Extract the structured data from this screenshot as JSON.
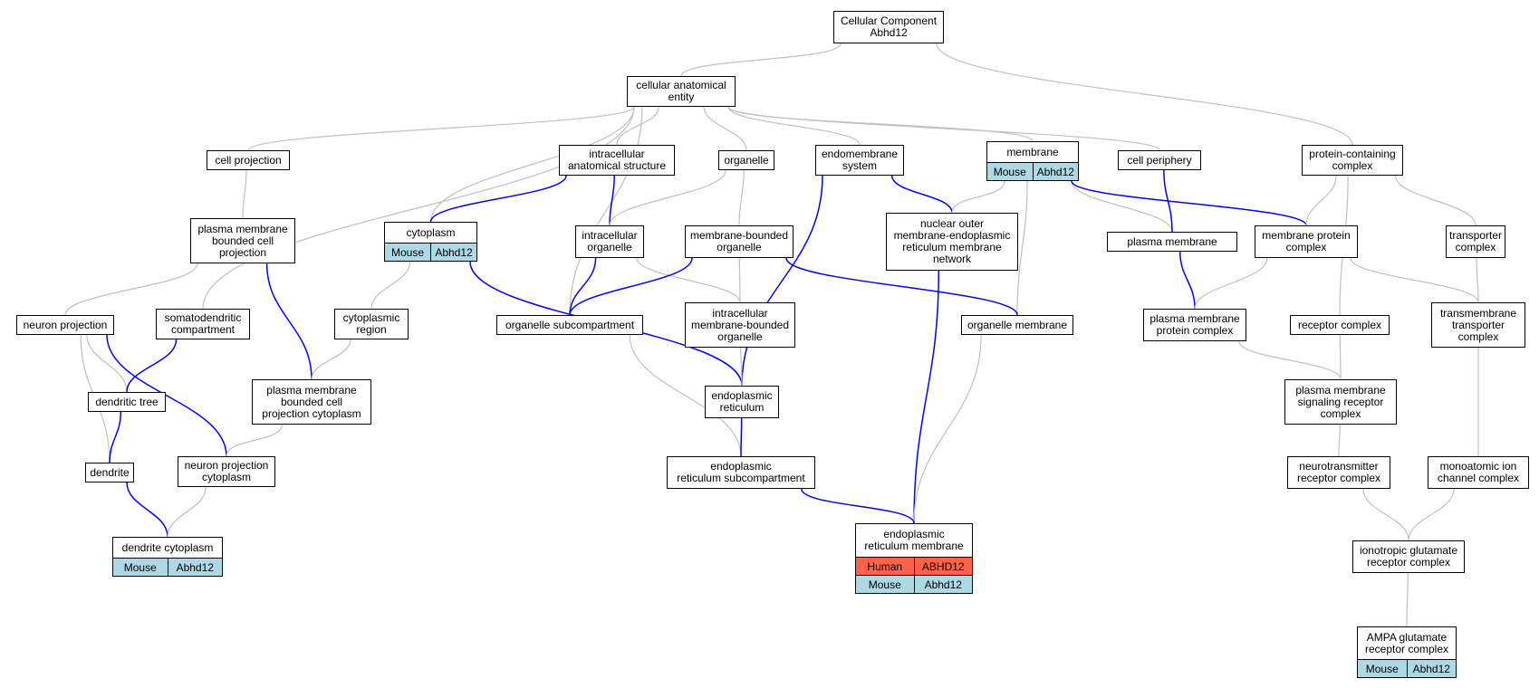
{
  "colors": {
    "isa_edge": "#c0c0c0",
    "annotated_edge": "#0000ff",
    "human": "#ff6347",
    "mouse": "#add8e6"
  },
  "nodes": [
    {
      "id": "cc",
      "label": "Cellular Component\nAbhd12",
      "anno": []
    },
    {
      "id": "cae",
      "label": "cellular anatomical\nentity",
      "anno": []
    },
    {
      "id": "cellproj",
      "label": "cell projection",
      "anno": []
    },
    {
      "id": "ias",
      "label": "intracellular\nanatomical structure",
      "anno": []
    },
    {
      "id": "organelle",
      "label": "organelle",
      "anno": []
    },
    {
      "id": "endomembrane",
      "label": "endomembrane\nsystem",
      "anno": []
    },
    {
      "id": "membrane",
      "label": "membrane",
      "anno": [
        [
          "Mouse",
          "Abhd12"
        ]
      ]
    },
    {
      "id": "cellperiph",
      "label": "cell periphery",
      "anno": []
    },
    {
      "id": "protcomplex",
      "label": "protein-containing\ncomplex",
      "anno": []
    },
    {
      "id": "pmbcp",
      "label": "plasma membrane\nbounded cell\nprojection",
      "anno": []
    },
    {
      "id": "cytoplasm",
      "label": "cytoplasm",
      "anno": [
        [
          "Mouse",
          "Abhd12"
        ]
      ]
    },
    {
      "id": "intraorg",
      "label": "intracellular\norganelle",
      "anno": []
    },
    {
      "id": "mbo",
      "label": "membrane-bounded\norganelle",
      "anno": []
    },
    {
      "id": "nomer",
      "label": "nuclear outer\nmembrane-endoplasmic\nreticulum membrane\nnetwork",
      "anno": []
    },
    {
      "id": "plasmamem",
      "label": "plasma membrane",
      "anno": []
    },
    {
      "id": "memprot",
      "label": "membrane protein\ncomplex",
      "anno": []
    },
    {
      "id": "transporter",
      "label": "transporter\ncomplex",
      "anno": []
    },
    {
      "id": "neuronproj",
      "label": "neuron projection",
      "anno": []
    },
    {
      "id": "somato",
      "label": "somatodendritic\ncompartment",
      "anno": []
    },
    {
      "id": "cytoregion",
      "label": "cytoplasmic\nregion",
      "anno": []
    },
    {
      "id": "orgsub",
      "label": "organelle subcompartment",
      "anno": []
    },
    {
      "id": "imbo",
      "label": "intracellular\nmembrane-bounded\norganelle",
      "anno": []
    },
    {
      "id": "orgmem",
      "label": "organelle membrane",
      "anno": []
    },
    {
      "id": "pmpc",
      "label": "plasma membrane\nprotein complex",
      "anno": []
    },
    {
      "id": "receptor",
      "label": "receptor complex",
      "anno": []
    },
    {
      "id": "tmtc",
      "label": "transmembrane\ntransporter\ncomplex",
      "anno": []
    },
    {
      "id": "dentree",
      "label": "dendritic tree",
      "anno": []
    },
    {
      "id": "pmbcpc",
      "label": "plasma membrane\nbounded cell\nprojection cytoplasm",
      "anno": []
    },
    {
      "id": "er",
      "label": "endoplasmic\nreticulum",
      "anno": []
    },
    {
      "id": "pmsrc",
      "label": "plasma membrane\nsignaling receptor\ncomplex",
      "anno": []
    },
    {
      "id": "dendrite",
      "label": "dendrite",
      "anno": []
    },
    {
      "id": "npcyto",
      "label": "neuron projection\ncytoplasm",
      "anno": []
    },
    {
      "id": "ersub",
      "label": "endoplasmic\nreticulum subcompartment",
      "anno": []
    },
    {
      "id": "ntrc",
      "label": "neurotransmitter\nreceptor complex",
      "anno": []
    },
    {
      "id": "micc",
      "label": "monoatomic ion\nchannel complex",
      "anno": []
    },
    {
      "id": "dendcyto",
      "label": "dendrite cytoplasm",
      "anno": [
        [
          "Mouse",
          "Abhd12"
        ]
      ]
    },
    {
      "id": "ermem",
      "label": "endoplasmic\nreticulum membrane",
      "anno": [
        [
          "Human",
          "ABHD12"
        ],
        [
          "Mouse",
          "Abhd12"
        ]
      ]
    },
    {
      "id": "igrc",
      "label": "ionotropic glutamate\nreceptor complex",
      "anno": []
    },
    {
      "id": "ampa",
      "label": "AMPA glutamate\nreceptor complex",
      "anno": [
        [
          "Mouse",
          "Abhd12"
        ]
      ]
    }
  ],
  "edges": [
    {
      "from": "cae",
      "to": "cc",
      "type": "is_a"
    },
    {
      "from": "protcomplex",
      "to": "cc",
      "type": "is_a"
    },
    {
      "from": "cellproj",
      "to": "cae",
      "type": "is_a"
    },
    {
      "from": "ias",
      "to": "cae",
      "type": "is_a"
    },
    {
      "from": "organelle",
      "to": "cae",
      "type": "is_a"
    },
    {
      "from": "endomembrane",
      "to": "cae",
      "type": "is_a"
    },
    {
      "from": "membrane",
      "to": "cae",
      "type": "is_a"
    },
    {
      "from": "cellperiph",
      "to": "cae",
      "type": "is_a"
    },
    {
      "from": "cytoplasm",
      "to": "cae",
      "type": "is_a"
    },
    {
      "from": "somato",
      "to": "cae",
      "type": "is_a"
    },
    {
      "from": "orgsub",
      "to": "cae",
      "type": "is_a"
    },
    {
      "from": "pmbcp",
      "to": "cellproj",
      "type": "is_a"
    },
    {
      "from": "cytoplasm",
      "to": "ias",
      "type": "annotated"
    },
    {
      "from": "intraorg",
      "to": "ias",
      "type": "annotated"
    },
    {
      "from": "intraorg",
      "to": "organelle",
      "type": "is_a"
    },
    {
      "from": "mbo",
      "to": "organelle",
      "type": "is_a"
    },
    {
      "from": "nomer",
      "to": "endomembrane",
      "type": "annotated"
    },
    {
      "from": "er",
      "to": "endomembrane",
      "type": "annotated"
    },
    {
      "from": "plasmamem",
      "to": "membrane",
      "type": "is_a"
    },
    {
      "from": "memprot",
      "to": "membrane",
      "type": "annotated"
    },
    {
      "from": "orgmem",
      "to": "membrane",
      "type": "is_a"
    },
    {
      "from": "nomer",
      "to": "membrane",
      "type": "is_a"
    },
    {
      "from": "plasmamem",
      "to": "cellperiph",
      "type": "annotated"
    },
    {
      "from": "memprot",
      "to": "protcomplex",
      "type": "is_a"
    },
    {
      "from": "transporter",
      "to": "protcomplex",
      "type": "is_a"
    },
    {
      "from": "receptor",
      "to": "protcomplex",
      "type": "is_a"
    },
    {
      "from": "neuronproj",
      "to": "pmbcp",
      "type": "is_a"
    },
    {
      "from": "pmbcpc",
      "to": "pmbcp",
      "type": "annotated"
    },
    {
      "from": "cytoregion",
      "to": "cytoplasm",
      "type": "is_a"
    },
    {
      "from": "er",
      "to": "cytoplasm",
      "type": "annotated"
    },
    {
      "from": "orgsub",
      "to": "intraorg",
      "type": "annotated"
    },
    {
      "from": "imbo",
      "to": "intraorg",
      "type": "is_a"
    },
    {
      "from": "orgsub",
      "to": "mbo",
      "type": "annotated"
    },
    {
      "from": "imbo",
      "to": "mbo",
      "type": "is_a"
    },
    {
      "from": "orgmem",
      "to": "mbo",
      "type": "annotated"
    },
    {
      "from": "ermem",
      "to": "nomer",
      "type": "annotated"
    },
    {
      "from": "pmpc",
      "to": "plasmamem",
      "type": "annotated"
    },
    {
      "from": "pmpc",
      "to": "memprot",
      "type": "is_a"
    },
    {
      "from": "tmtc",
      "to": "memprot",
      "type": "is_a"
    },
    {
      "from": "tmtc",
      "to": "transporter",
      "type": "is_a"
    },
    {
      "from": "dentree",
      "to": "neuronproj",
      "type": "is_a"
    },
    {
      "from": "dendrite",
      "to": "neuronproj",
      "type": "is_a"
    },
    {
      "from": "npcyto",
      "to": "neuronproj",
      "type": "annotated"
    },
    {
      "from": "dentree",
      "to": "somato",
      "type": "annotated"
    },
    {
      "from": "pmbcpc",
      "to": "cytoregion",
      "type": "is_a"
    },
    {
      "from": "ersub",
      "to": "orgsub",
      "type": "is_a"
    },
    {
      "from": "er",
      "to": "imbo",
      "type": "is_a"
    },
    {
      "from": "ermem",
      "to": "orgmem",
      "type": "is_a"
    },
    {
      "from": "pmsrc",
      "to": "pmpc",
      "type": "is_a"
    },
    {
      "from": "pmsrc",
      "to": "receptor",
      "type": "is_a"
    },
    {
      "from": "micc",
      "to": "tmtc",
      "type": "is_a"
    },
    {
      "from": "dendrite",
      "to": "dentree",
      "type": "annotated"
    },
    {
      "from": "npcyto",
      "to": "pmbcpc",
      "type": "is_a"
    },
    {
      "from": "ersub",
      "to": "er",
      "type": "annotated"
    },
    {
      "from": "ntrc",
      "to": "pmsrc",
      "type": "is_a"
    },
    {
      "from": "dendcyto",
      "to": "dendrite",
      "type": "annotated"
    },
    {
      "from": "dendcyto",
      "to": "npcyto",
      "type": "is_a"
    },
    {
      "from": "ermem",
      "to": "ersub",
      "type": "annotated"
    },
    {
      "from": "igrc",
      "to": "ntrc",
      "type": "is_a"
    },
    {
      "from": "igrc",
      "to": "micc",
      "type": "is_a"
    },
    {
      "from": "ampa",
      "to": "igrc",
      "type": "is_a"
    }
  ]
}
